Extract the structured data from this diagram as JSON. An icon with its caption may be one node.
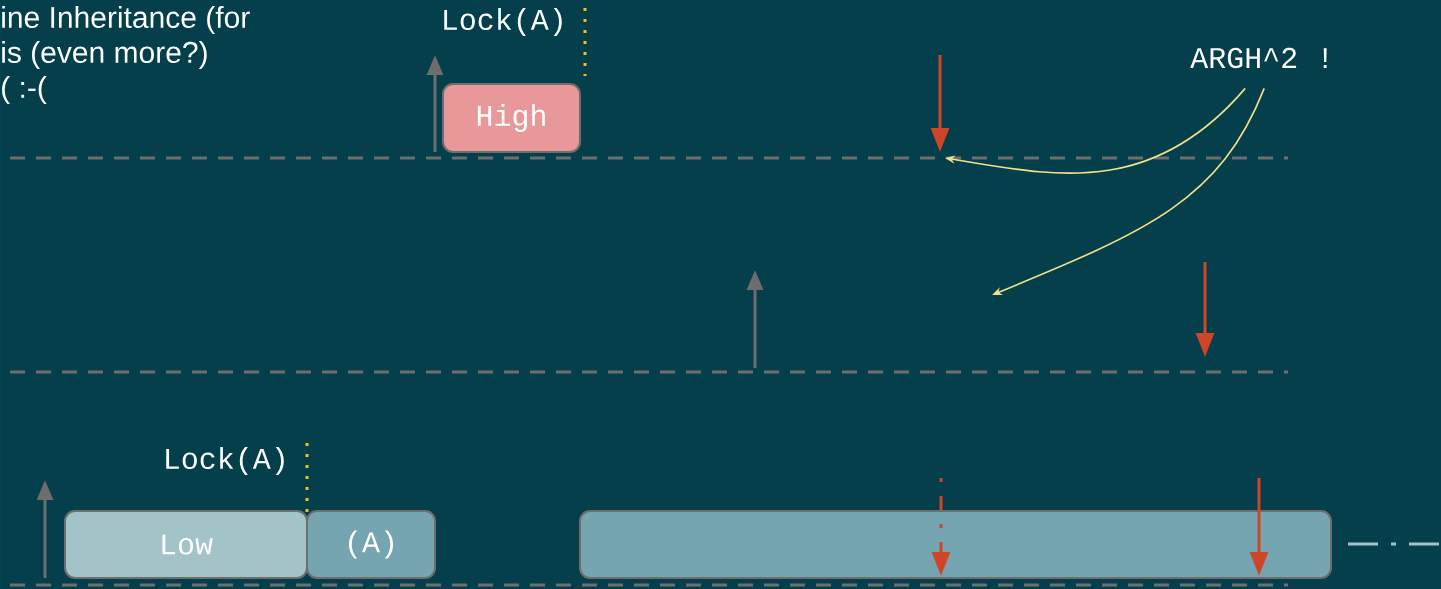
{
  "diagram": {
    "nodes": [
      {
        "text": [
          "High"
        ]
      },
      {
        "text": [
          "ARGH^2 !"
        ]
      },
      {
        "text": [
          "Low"
        ]
      },
      {
        "text": [
          "(A)"
        ]
      },
      {
        "text": [],
        "shape": "bar"
      }
    ],
    "edges": [
      {
        "from": 1,
        "to": null,
        "arrow": "to",
        "color": "#f5e08a"
      },
      {
        "from": 1,
        "to": null,
        "arrow": "to",
        "color": "#f5e08a"
      }
    ],
    "labels": [
      "ine Inheritance (for",
      "is (even more?)",
      "( :-(",
      "Lock(A)",
      "Lock(A)"
    ]
  }
}
